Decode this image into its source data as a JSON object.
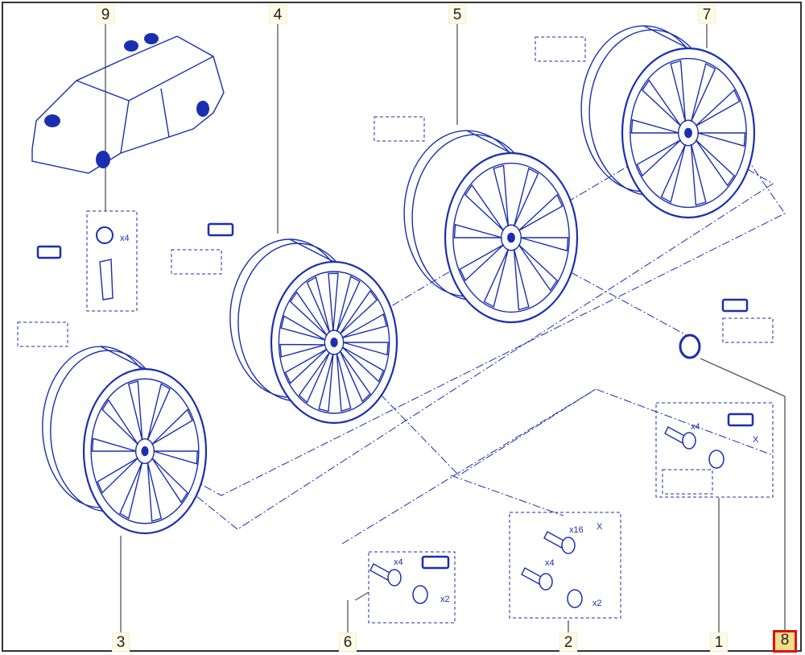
{
  "diagram": {
    "callouts": [
      {
        "id": "9",
        "label": "9"
      },
      {
        "id": "4",
        "label": "4"
      },
      {
        "id": "5",
        "label": "5"
      },
      {
        "id": "7",
        "label": "7"
      },
      {
        "id": "3",
        "label": "3"
      },
      {
        "id": "6",
        "label": "6"
      },
      {
        "id": "2",
        "label": "2"
      },
      {
        "id": "1",
        "label": "1"
      },
      {
        "id": "8",
        "label": "8",
        "selected": true
      }
    ],
    "quantities": {
      "cap_x4": "x4",
      "kit1_x4": "x4",
      "kit1_dim": "X",
      "kit2_x16": "x16",
      "kit2_x4": "x4",
      "kit2_x2": "x2",
      "kit2_dim": "X",
      "kit6_x4": "x4",
      "kit6_x2": "x2"
    },
    "colors": {
      "line": "#1a2fb0",
      "callout_bg": "#fffbe6",
      "selected_bg": "#f2de8a",
      "selected_border": "#e01010"
    }
  }
}
